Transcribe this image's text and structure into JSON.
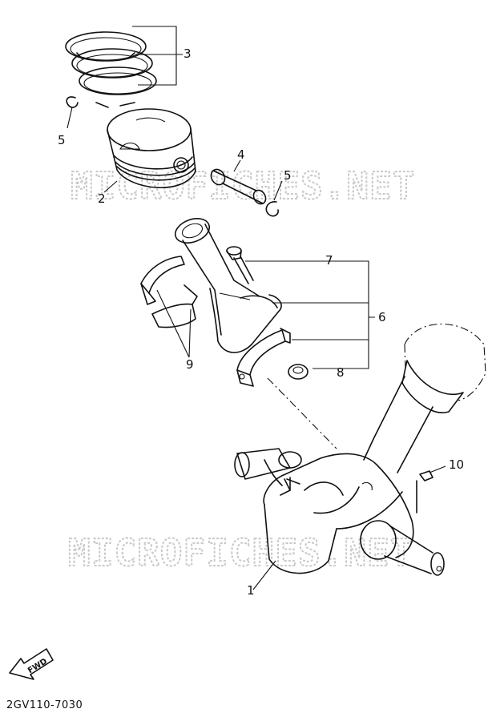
{
  "watermark": "MICROFICHES.NET",
  "reference_code": "2GV110-7030",
  "fwd_label": "FWD",
  "callouts": {
    "c1": "1",
    "c2": "2",
    "c3": "3",
    "c4": "4",
    "c5a": "5",
    "c5b": "5",
    "c6": "6",
    "c7": "7",
    "c8": "8",
    "c9": "9",
    "c10": "10"
  }
}
